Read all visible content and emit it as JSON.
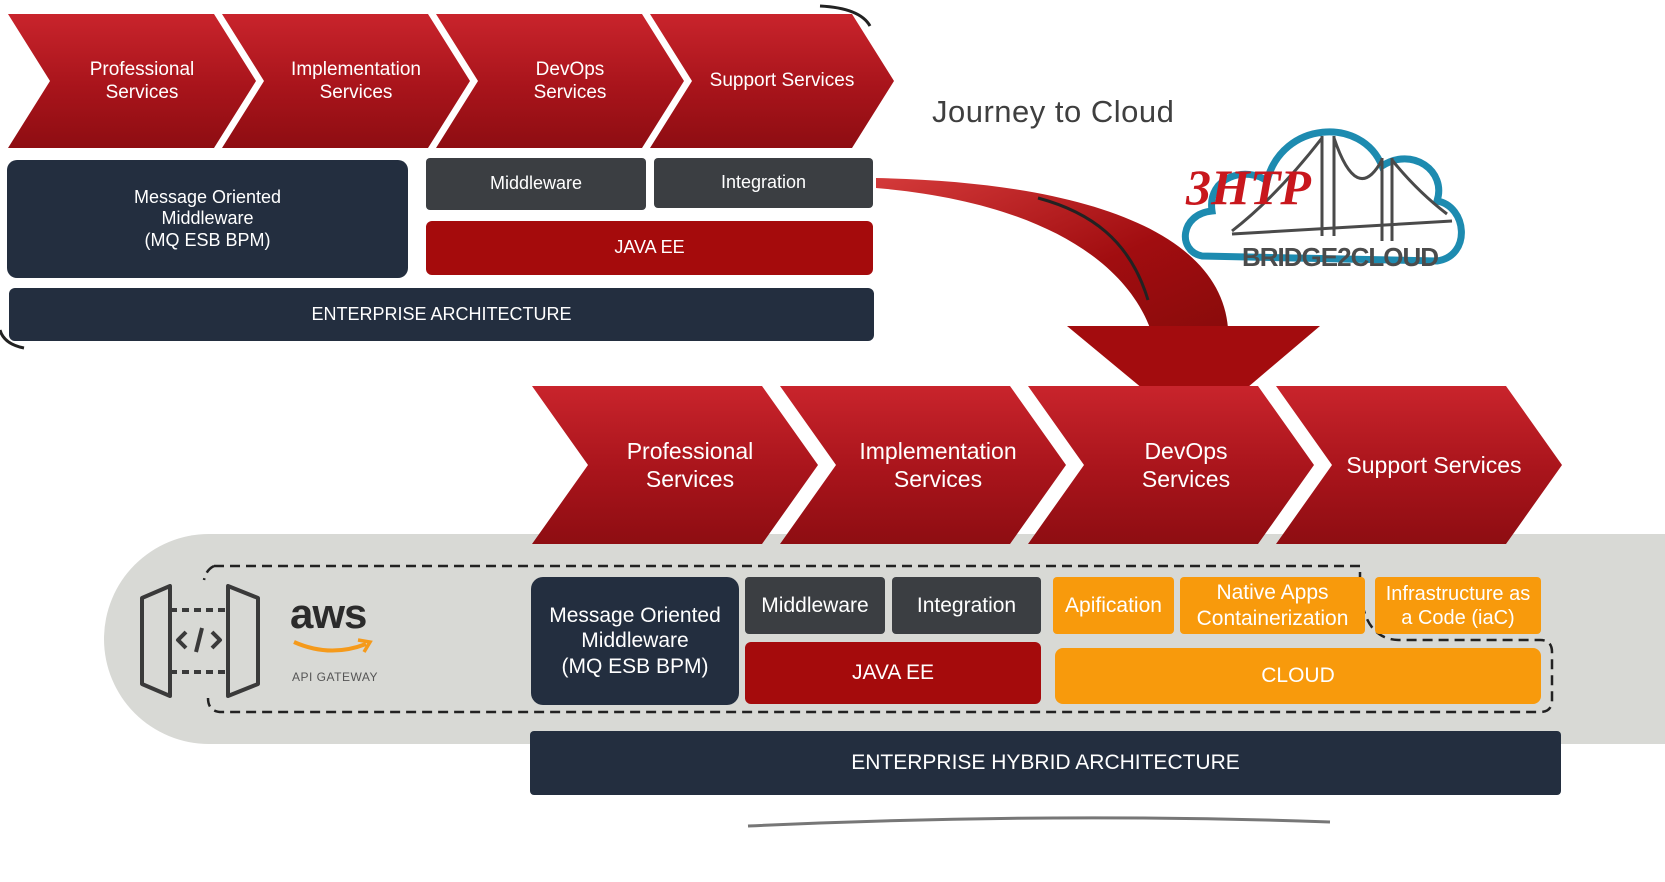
{
  "top": {
    "chevrons": [
      "Professional\nServices",
      "Implementation\nServices",
      "DevOps\nServices",
      "Support Services"
    ],
    "mom": "Message Oriented\nMiddleware\n(MQ ESB BPM)",
    "middleware": "Middleware",
    "integration": "Integration",
    "java": "JAVA EE",
    "enterprise": "ENTERPRISE  ARCHITECTURE"
  },
  "journey": "Journey to Cloud",
  "logo": {
    "brand": "3HTP",
    "tagline": "BRIDGE2CLOUD"
  },
  "bottom": {
    "chevrons": [
      "Professional\nServices",
      "Implementation\nServices",
      "DevOps\nServices",
      "Support Services"
    ],
    "aws": {
      "logo": "aws",
      "caption": "API GATEWAY"
    },
    "mom": "Message Oriented\nMiddleware\n(MQ ESB BPM)",
    "middleware": "Middleware",
    "integration": "Integration",
    "apification": "Apification",
    "native": "Native Apps\nContainerization",
    "iac": "Infrastructure as\na Code (iaC)",
    "java": "JAVA EE",
    "cloud": "CLOUD",
    "enterprise": "ENTERPRISE HYBRID ARCHITECTURE"
  },
  "colors": {
    "red": "#a50b0c",
    "navy": "#232e3f",
    "gray": "#3b3e42",
    "orange": "#f89a0c",
    "panel": "#d8d9d5"
  }
}
